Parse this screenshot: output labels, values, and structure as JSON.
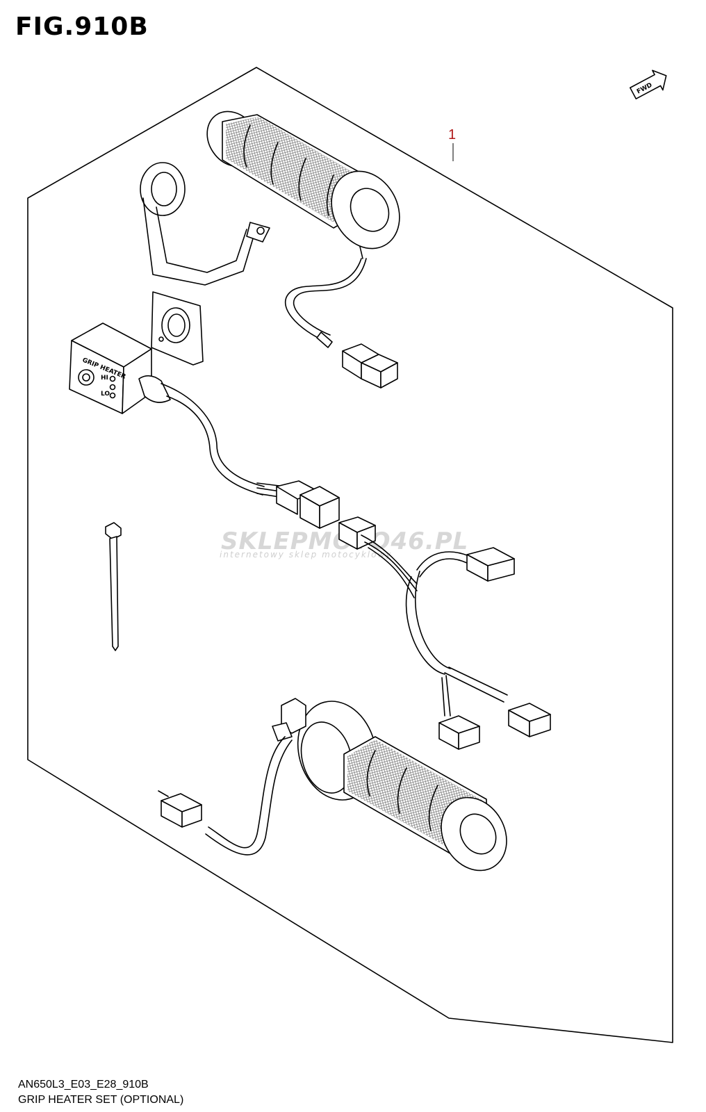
{
  "figure": {
    "title": "FIG.910B",
    "model_code": "AN650L3_E03_E28_910B",
    "description": "GRIP HEATER SET (OPTIONAL)"
  },
  "labels": {
    "fwd_arrow": "FWD",
    "switch_name": "GRIP HEATER",
    "switch_hi": "HI",
    "switch_lo": "LO"
  },
  "callouts": [
    {
      "number": "1"
    }
  ],
  "watermark": {
    "brand": "SKLEPMOTO46.PL",
    "tagline": "internetowy sklep motocyklowy"
  }
}
